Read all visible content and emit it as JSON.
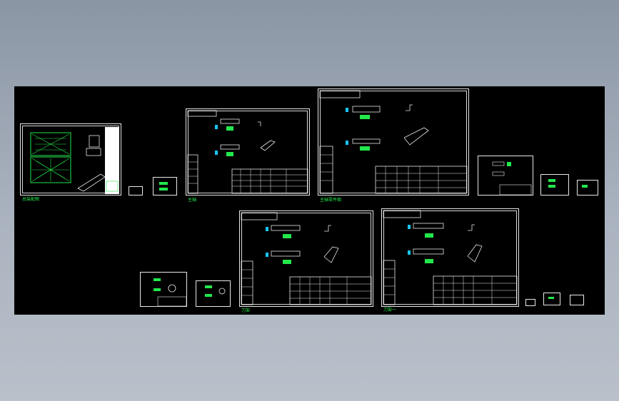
{
  "window": {
    "background_top": "#8b96a5",
    "background_bottom": "#b9c0ca",
    "canvas_color": "#000000"
  },
  "colors": {
    "line": "#e8e8e8",
    "geometry": "#22e84c",
    "accent": "#17c6ff"
  },
  "sheets": {
    "assembly": {
      "caption": "总装配图"
    },
    "a": {
      "caption": "主轴"
    },
    "b": {
      "caption": "主轴零件图"
    },
    "c": {
      "caption": "刀架"
    },
    "d": {
      "caption": "刀架一"
    }
  }
}
